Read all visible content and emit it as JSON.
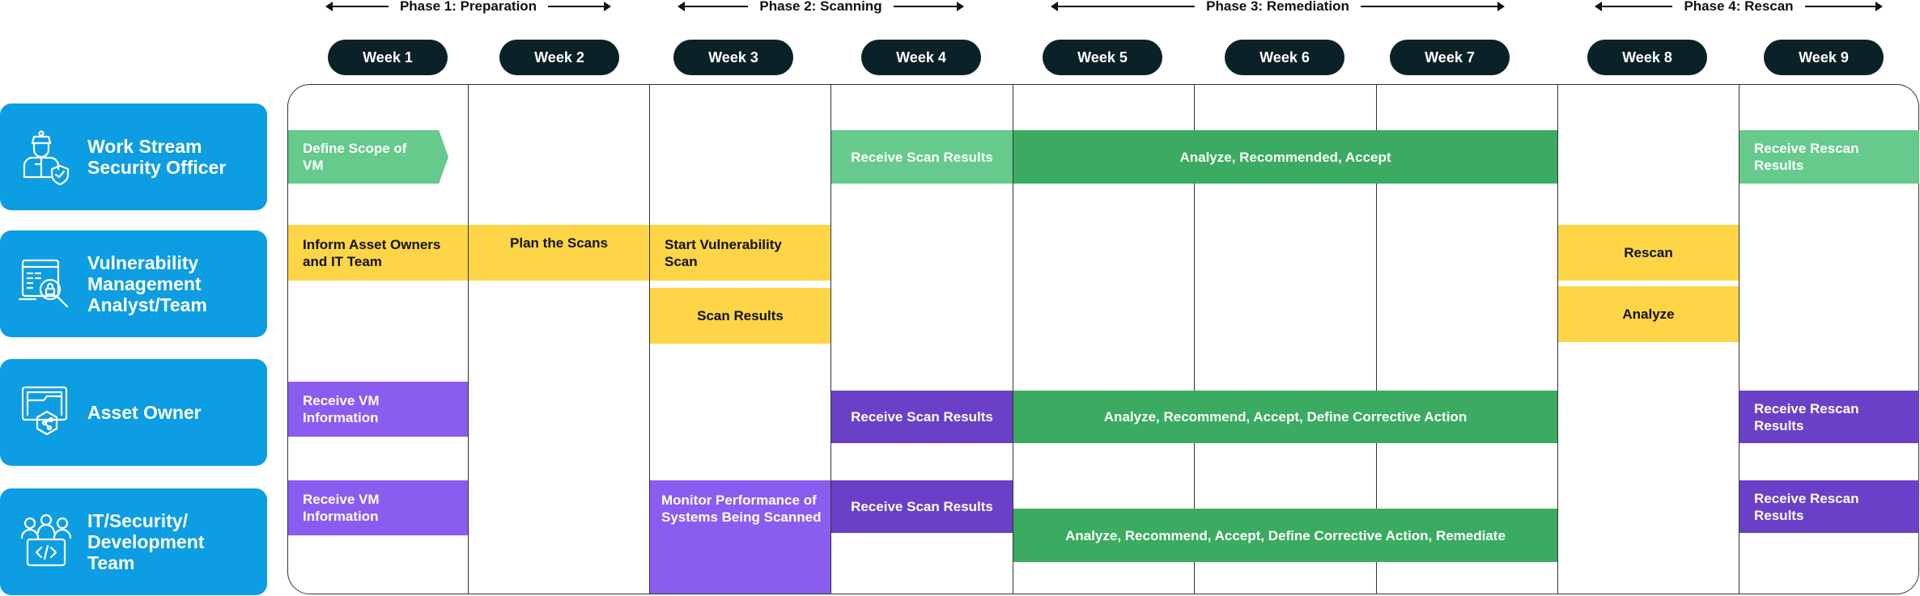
{
  "phases": [
    {
      "label": "Phase 1: Preparation"
    },
    {
      "label": "Phase 2: Scanning"
    },
    {
      "label": "Phase 3: Remediation"
    },
    {
      "label": "Phase 4: Rescan"
    }
  ],
  "weeks": [
    "Week 1",
    "Week 2",
    "Week 3",
    "Week 4",
    "Week 5",
    "Week 6",
    "Week 7",
    "Week 8",
    "Week 9"
  ],
  "roles": [
    {
      "name": "Work Stream Security Officer",
      "icon": "security-officer-icon"
    },
    {
      "name": "Vulnerability Management Analyst/Team",
      "icon": "vulnerability-analyst-icon"
    },
    {
      "name": "Asset Owner",
      "icon": "asset-owner-icon"
    },
    {
      "name": "IT/Security/ Development Team",
      "icon": "it-team-icon"
    }
  ],
  "tasks": {
    "officer": {
      "define_scope": "Define Scope of VM",
      "receive_scan": "Receive Scan Results",
      "analyze": "Analyze, Recommended, Accept",
      "receive_rescan": "Receive Rescan Results"
    },
    "analyst": {
      "inform": "Inform Asset Owners and IT Team",
      "plan": "Plan the Scans",
      "start_scan": "Start Vulnerability Scan",
      "scan_results": "Scan Results",
      "rescan": "Rescan",
      "analyze": "Analyze"
    },
    "owner": {
      "receive_vm": "Receive VM Information",
      "receive_scan": "Receive Scan Results",
      "analyze": "Analyze, Recommend, Accept, Define Corrective Action",
      "receive_rescan": "Receive Rescan Results"
    },
    "it": {
      "receive_vm": "Receive VM Information",
      "monitor": "Monitor Performance of Systems Being Scanned",
      "receive_scan": "Receive Scan Results",
      "analyze": "Analyze, Recommend, Accept, Define Corrective Action, Remediate",
      "receive_rescan": "Receive Rescan Results"
    }
  },
  "colors": {
    "role_card": "#0d9de2",
    "week_pill": "#0b2128",
    "light_green": "#65ca8b",
    "dark_green": "#3aab61",
    "yellow": "#fdd546",
    "light_purple": "#8b5cf0",
    "dark_purple": "#6a40c8"
  }
}
